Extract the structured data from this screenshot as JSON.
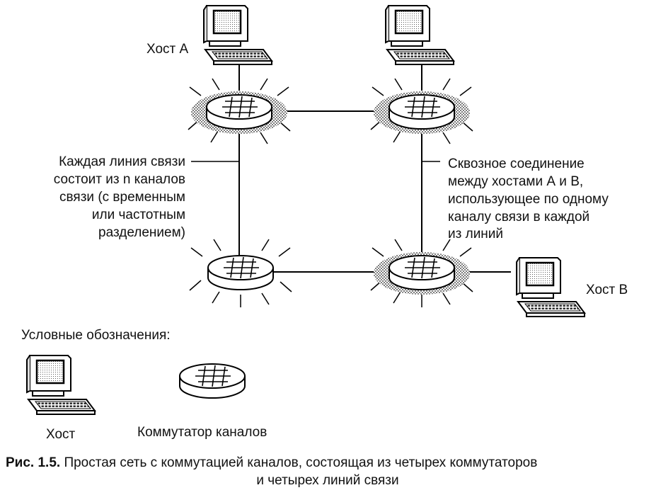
{
  "labels": {
    "host_a": "Хост А",
    "host_b": "Хост В",
    "link_note": [
      "Каждая линия связи",
      "состоит из n каналов",
      "связи (с временным",
      "или частотным",
      "разделением)"
    ],
    "path_note": [
      "Сквозное соединение",
      "между хостами А и В,",
      "использующее по одному",
      "каналу связи в каждой",
      "из линий"
    ],
    "legend_title": "Условные обозначения:",
    "legend_host": "Хост",
    "legend_switch": "Коммутатор каналов"
  },
  "caption": {
    "prefix": "Рис. 1.5.",
    "line1": " Простая сеть с коммутацией каналов, состоящая из четырех коммутаторов",
    "line2": "и четырех линий связи"
  }
}
